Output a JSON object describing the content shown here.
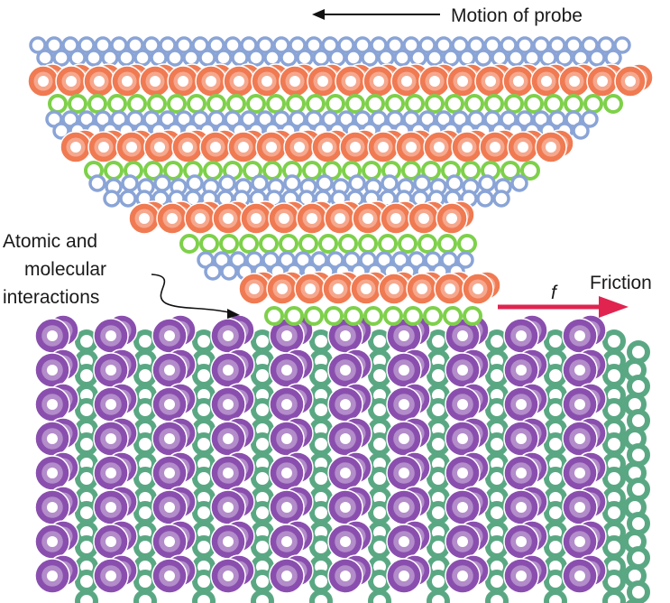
{
  "labels": {
    "motion": "Motion of probe",
    "interactions": [
      "Atomic and",
      "molecular",
      "interactions"
    ],
    "force_symbol": "f",
    "friction": "Friction"
  },
  "colors": {
    "probe_blue": "#8aa4d6",
    "probe_orange": "#f07a52",
    "probe_green": "#7ed04a",
    "substrate_purple": "#8a4fae",
    "substrate_green": "#5aa883",
    "friction_arrow": "#e0244f"
  }
}
